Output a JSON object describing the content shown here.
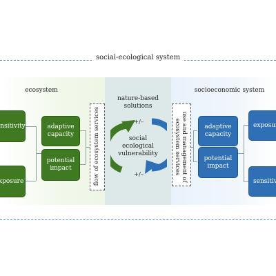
{
  "title": "social-ecological system",
  "ecosystem": {
    "header": "ecosystem",
    "sensitivity": "sensitivity",
    "exposure": "exposure",
    "adaptive_capacity": "adaptive capacity",
    "potential_impact": "potential impact",
    "flow_label": "flow of ecosystem services"
  },
  "center": {
    "header": "nature-based solutions",
    "core": "social ecological vulnerability",
    "plus_minus_top": "+/–",
    "plus_minus_bottom": "+/–"
  },
  "socioeconomic": {
    "header": "socioeconomic system",
    "adaptive_capacity": "adaptive capacity",
    "potential_impact": "potential impact",
    "exposure": "exposure",
    "sensitivity": "sensitivity",
    "use_label": "use and management of ecosystem services"
  },
  "colors": {
    "eco_green": "#3f7a23",
    "soc_blue": "#2e6fb5",
    "dashed_line": "#5b9ab8"
  }
}
